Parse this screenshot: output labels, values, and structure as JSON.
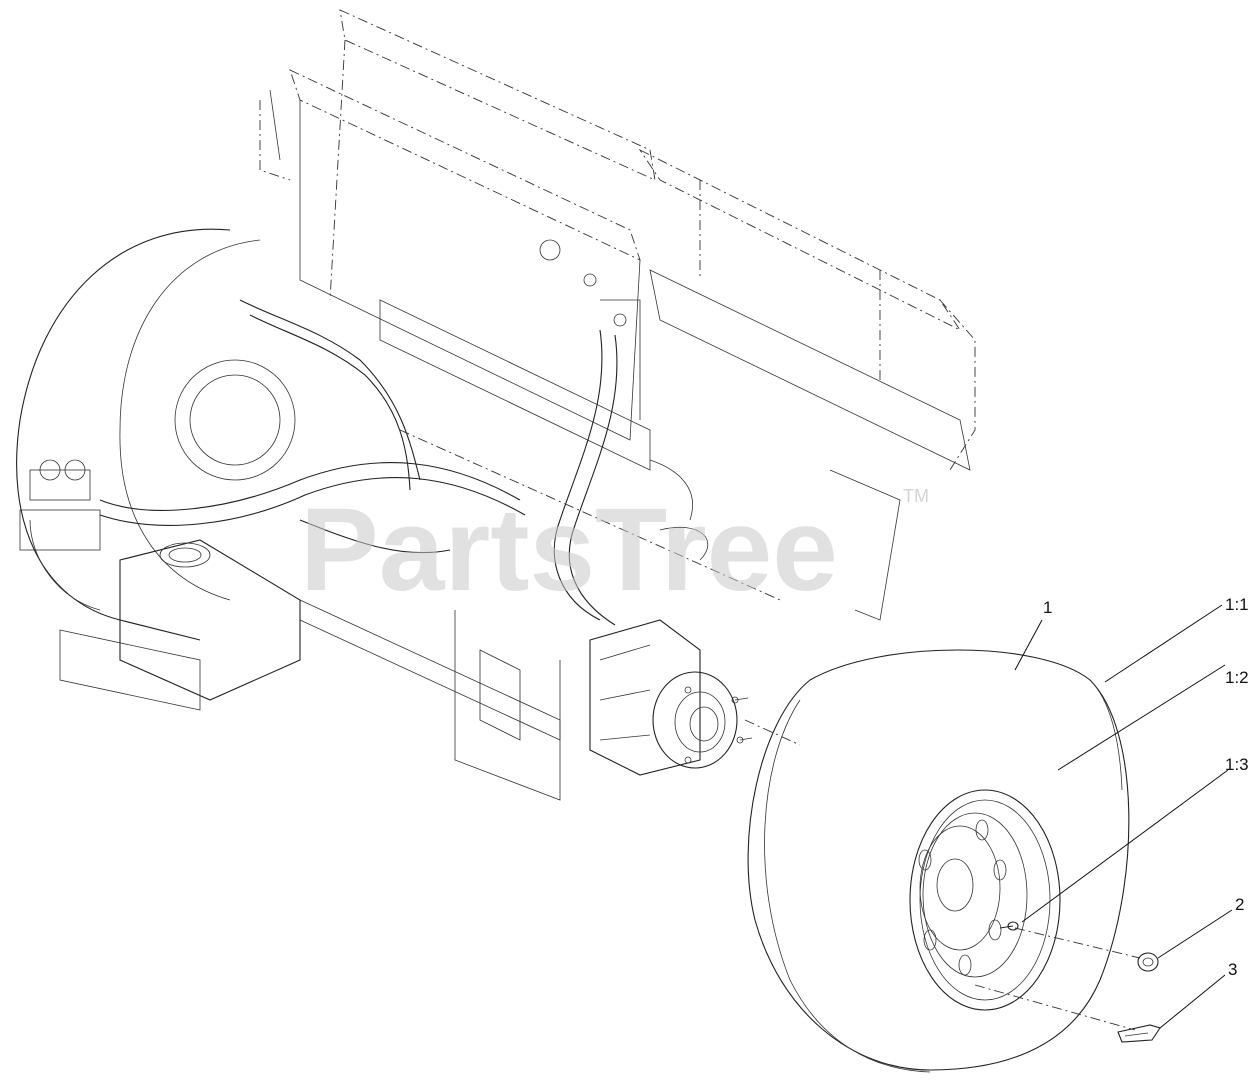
{
  "watermark": {
    "text": "PartsTree",
    "trademark": "TM"
  },
  "callouts": [
    {
      "id": "c1",
      "label": "1"
    },
    {
      "id": "c11",
      "label": "1:1"
    },
    {
      "id": "c12",
      "label": "1:2"
    },
    {
      "id": "c13",
      "label": "1:3"
    },
    {
      "id": "c2",
      "label": "2"
    },
    {
      "id": "c3",
      "label": "3"
    }
  ]
}
